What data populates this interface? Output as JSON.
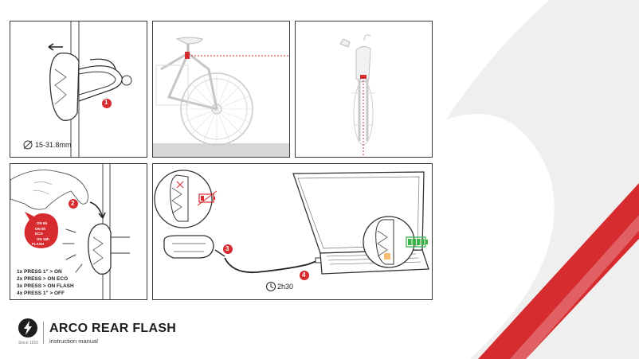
{
  "brand": {
    "logo_icon": "bolt-logo-icon",
    "logo_caption": "Since 1915",
    "title": "ARCO REAR FLASH",
    "subtitle": "instruction manual"
  },
  "colors": {
    "accent": "#d62b2f",
    "battery": "#3bb34a",
    "ground": "#d7d7d7",
    "decor": "#efefef"
  },
  "panel1": {
    "clamp_range": "15-31.8mm",
    "step": "1",
    "icons": [
      "pull-arrow-icon",
      "diameter-icon"
    ]
  },
  "panel2": {
    "icons": [
      "bicycle-side-icon",
      "rear-light-marker-icon"
    ]
  },
  "panel3": {
    "icons": [
      "bicycle-rear-icon",
      "rear-light-marker-icon"
    ]
  },
  "panel4": {
    "step": "2",
    "bubble": [
      "ON 5h",
      "ON 8h",
      "ECO",
      "ON 18h",
      "FLASH"
    ],
    "instructions": [
      "1x PRESS 1\" > ON",
      "2x PRESS > ON ECO",
      "3x PRESS > ON FLASH",
      "4x PRESS 1\" > OFF"
    ],
    "icons": [
      "hand-press-icon",
      "press-arrow-icon"
    ]
  },
  "panel5": {
    "step3": "3",
    "step4": "4",
    "charge_time": "2h30",
    "icons": [
      "battery-low-icon",
      "battery-full-icon",
      "clock-icon",
      "laptop-icon",
      "usb-cable-icon"
    ]
  }
}
